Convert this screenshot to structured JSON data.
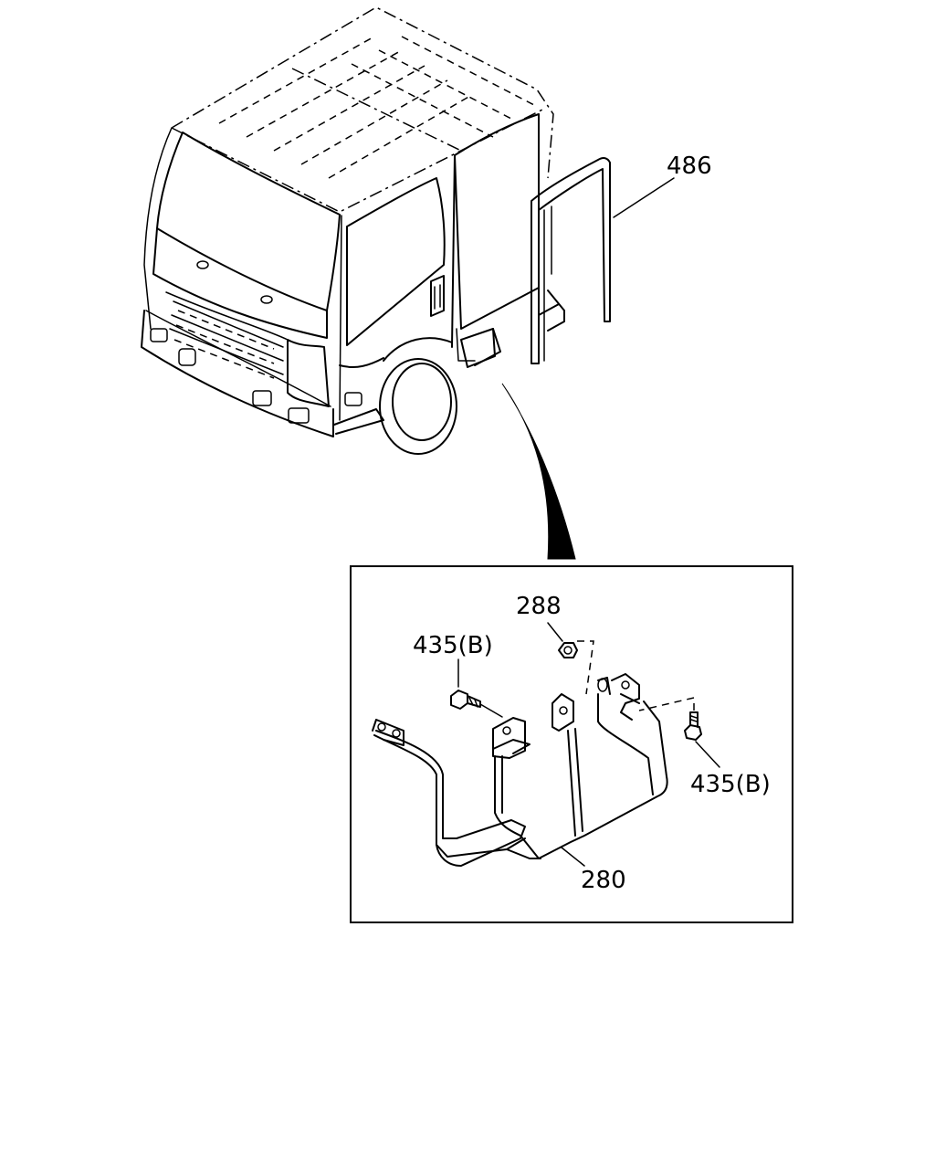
{
  "labels": {
    "seal": "486",
    "nut": "288",
    "bolt_upper": "435(B)",
    "bolt_right": "435(B)",
    "step_bracket": "280"
  }
}
